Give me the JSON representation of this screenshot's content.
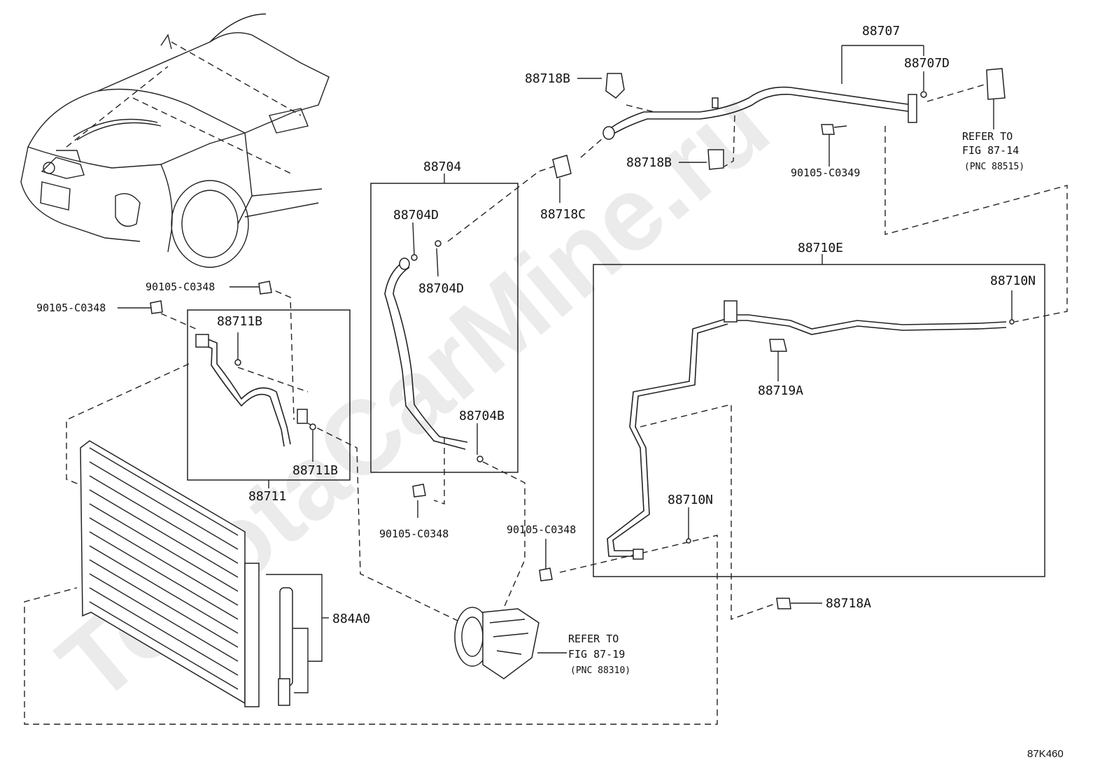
{
  "diagram": {
    "watermark": "ToyotaCarMine.ru",
    "figure_code": "87K460",
    "labels": {
      "p88707": "88707",
      "p88707D": "88707D",
      "p88718B_top": "88718B",
      "p88718B_mid": "88718B",
      "p88718C": "88718C",
      "p90105_C0349": "90105-C0349",
      "p88704": "88704",
      "p88704D_a": "88704D",
      "p88704D_b": "88704D",
      "p88704B": "88704B",
      "p90105_C0348_a": "90105-C0348",
      "p90105_C0348_b": "90105-C0348",
      "p90105_C0348_c": "90105-C0348",
      "p90105_C0348_d": "90105-C0348",
      "p88711B_a": "88711B",
      "p88711B_b": "88711B",
      "p88711": "88711",
      "p88710E": "88710E",
      "p88710N_a": "88710N",
      "p88710N_b": "88710N",
      "p88719A": "88719A",
      "p88718A": "88718A",
      "p884A0": "884A0"
    },
    "refer_top": {
      "line1": "REFER TO",
      "line2": "FIG 87-14",
      "line3": "(PNC 88515)"
    },
    "refer_bottom": {
      "line1": "REFER TO",
      "line2": "FIG 87-19",
      "line3": "(PNC 88310)"
    }
  }
}
